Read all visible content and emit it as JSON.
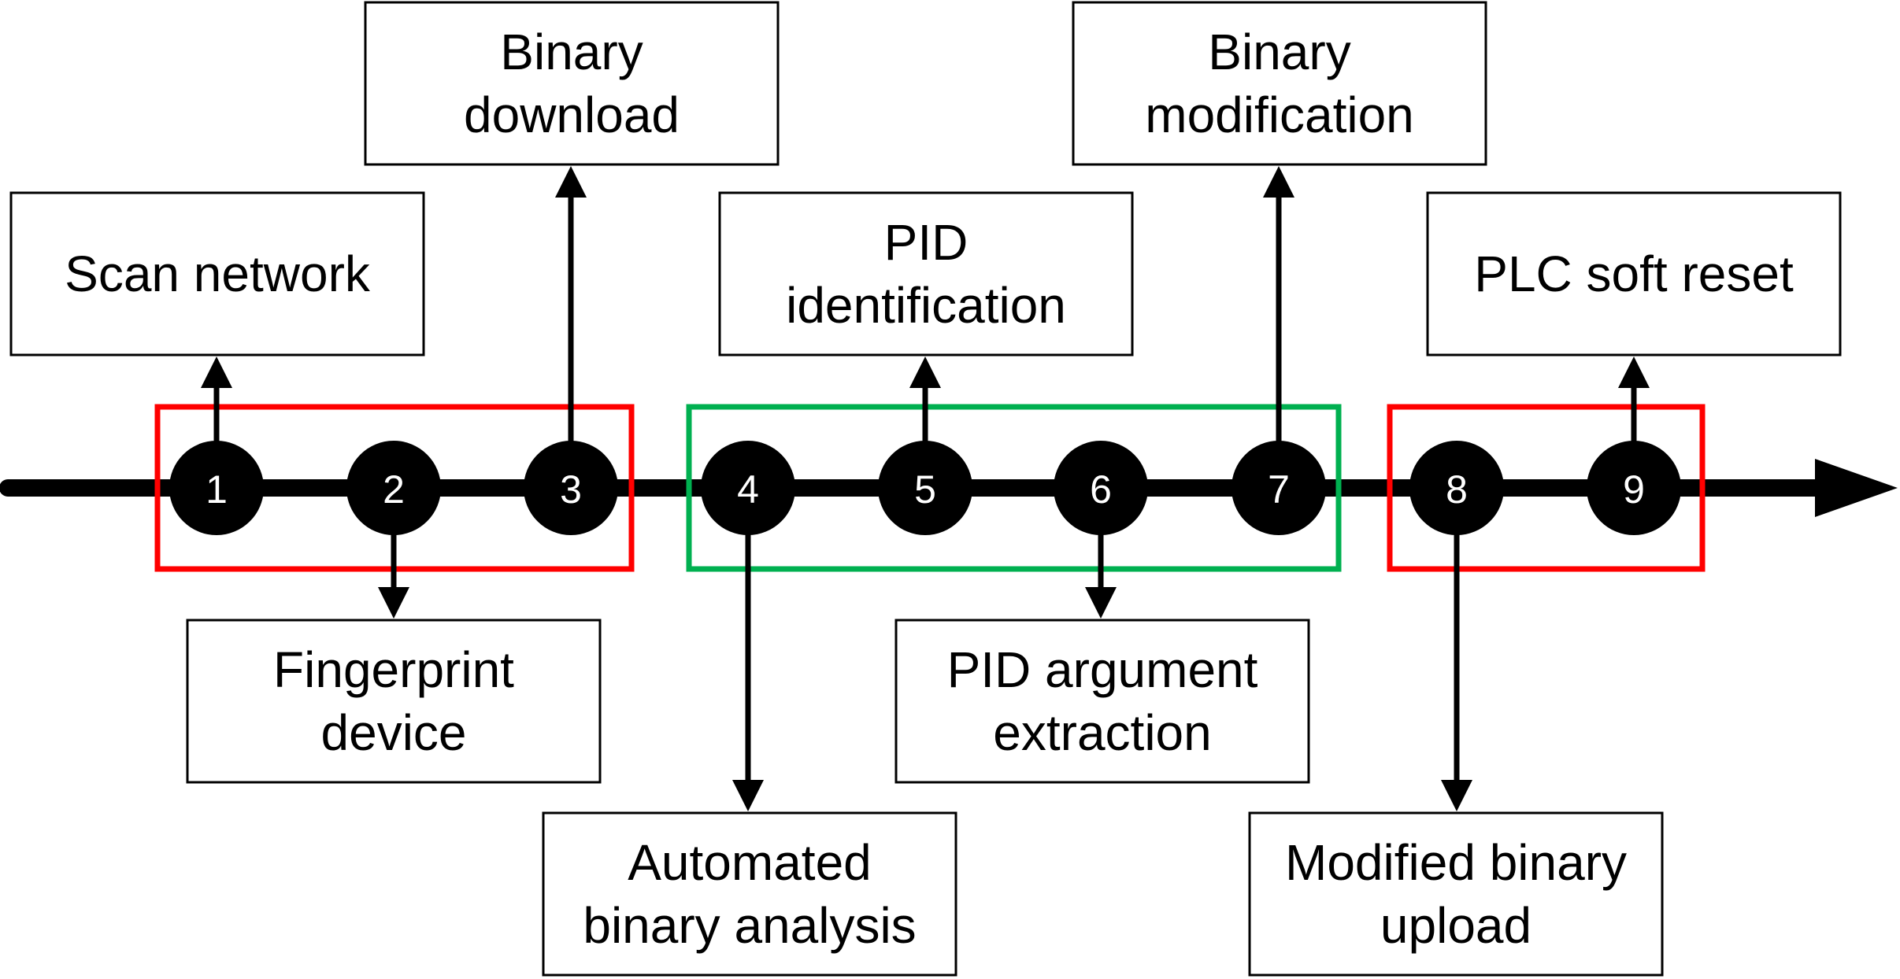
{
  "colors": {
    "line": "#000000",
    "node_fill": "#000000",
    "node_text": "#ffffff",
    "phase_red": "#ff0000",
    "phase_green": "#00b050",
    "box_border": "#000000"
  },
  "timeline": {
    "arrow_direction": "right",
    "nodes": [
      {
        "number": "1",
        "label": [
          "Scan network"
        ],
        "side": "above"
      },
      {
        "number": "2",
        "label": [
          "Fingerprint",
          "device"
        ],
        "side": "below"
      },
      {
        "number": "3",
        "label": [
          "Binary",
          "download"
        ],
        "side": "above"
      },
      {
        "number": "4",
        "label": [
          "Automated",
          "binary analysis"
        ],
        "side": "below"
      },
      {
        "number": "5",
        "label": [
          "PID",
          "identification"
        ],
        "side": "above"
      },
      {
        "number": "6",
        "label": [
          "PID argument",
          "extraction"
        ],
        "side": "below"
      },
      {
        "number": "7",
        "label": [
          "Binary",
          "modification"
        ],
        "side": "above"
      },
      {
        "number": "8",
        "label": [
          "Modified binary",
          "upload"
        ],
        "side": "below"
      },
      {
        "number": "9",
        "label": [
          "PLC soft reset"
        ],
        "side": "above"
      }
    ]
  },
  "phases": [
    {
      "nodes": [
        "1",
        "2",
        "3"
      ],
      "color": "red"
    },
    {
      "nodes": [
        "4",
        "5",
        "6",
        "7"
      ],
      "color": "green"
    },
    {
      "nodes": [
        "8",
        "9"
      ],
      "color": "red"
    }
  ]
}
